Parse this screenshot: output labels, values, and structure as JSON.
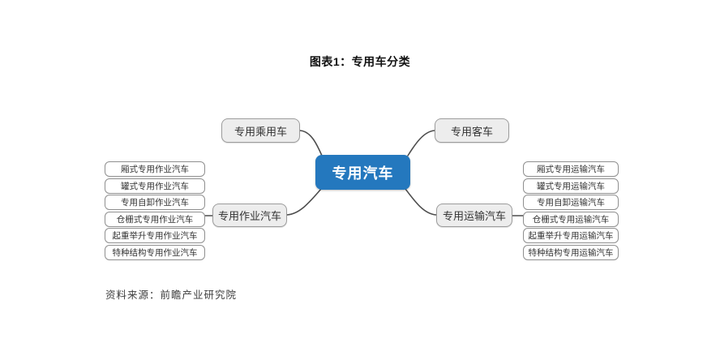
{
  "title": "图表1：专用车分类",
  "diagram": {
    "center": "专用汽车",
    "branch_top_left": "专用乘用车",
    "branch_top_right": "专用客车",
    "branch_left": "专用作业汽车",
    "branch_right": "专用运输汽车",
    "left_leaves": [
      "厢式专用作业汽车",
      "罐式专用作业汽车",
      "专用自卸作业汽车",
      "仓栅式专用作业汽车",
      "起重举升专用作业汽车",
      "特种结构专用作业汽车"
    ],
    "right_leaves": [
      "厢式专用运输汽车",
      "罐式专用运输汽车",
      "专用自卸运输汽车",
      "仓栅式专用运输汽车",
      "起重举升专用运输汽车",
      "特种结构专用运输汽车"
    ]
  },
  "source": "资料来源：前瞻产业研究院",
  "colors": {
    "center_bg": "#2478be",
    "branch_bg": "#ededed",
    "branch_border": "#9c9c9c",
    "leaf_border": "#8f8f8f",
    "connector": "#4d4d4d"
  }
}
